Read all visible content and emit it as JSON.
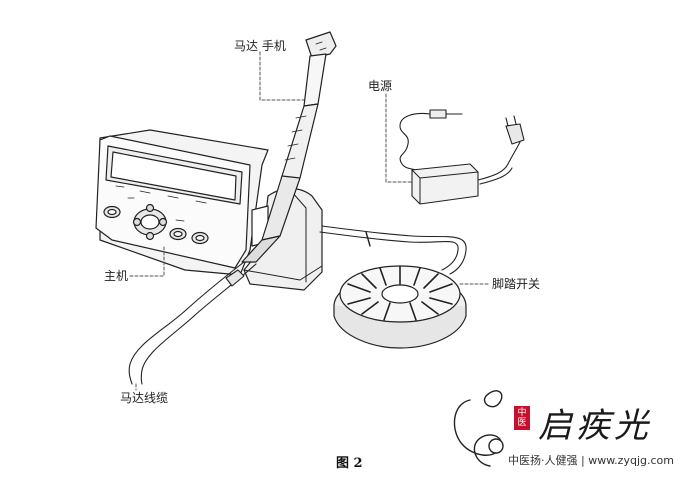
{
  "labels": {
    "motor_handpiece": "马达  手机",
    "power": "电源",
    "main_unit": "主机",
    "foot_switch": "脚踏开关",
    "motor_cable": "马达线缆"
  },
  "caption": "图 2",
  "watermark": {
    "seal": "中医",
    "brand": "启疾光",
    "tagline": "中医扬·人健强 | www.zyqjg.com"
  }
}
